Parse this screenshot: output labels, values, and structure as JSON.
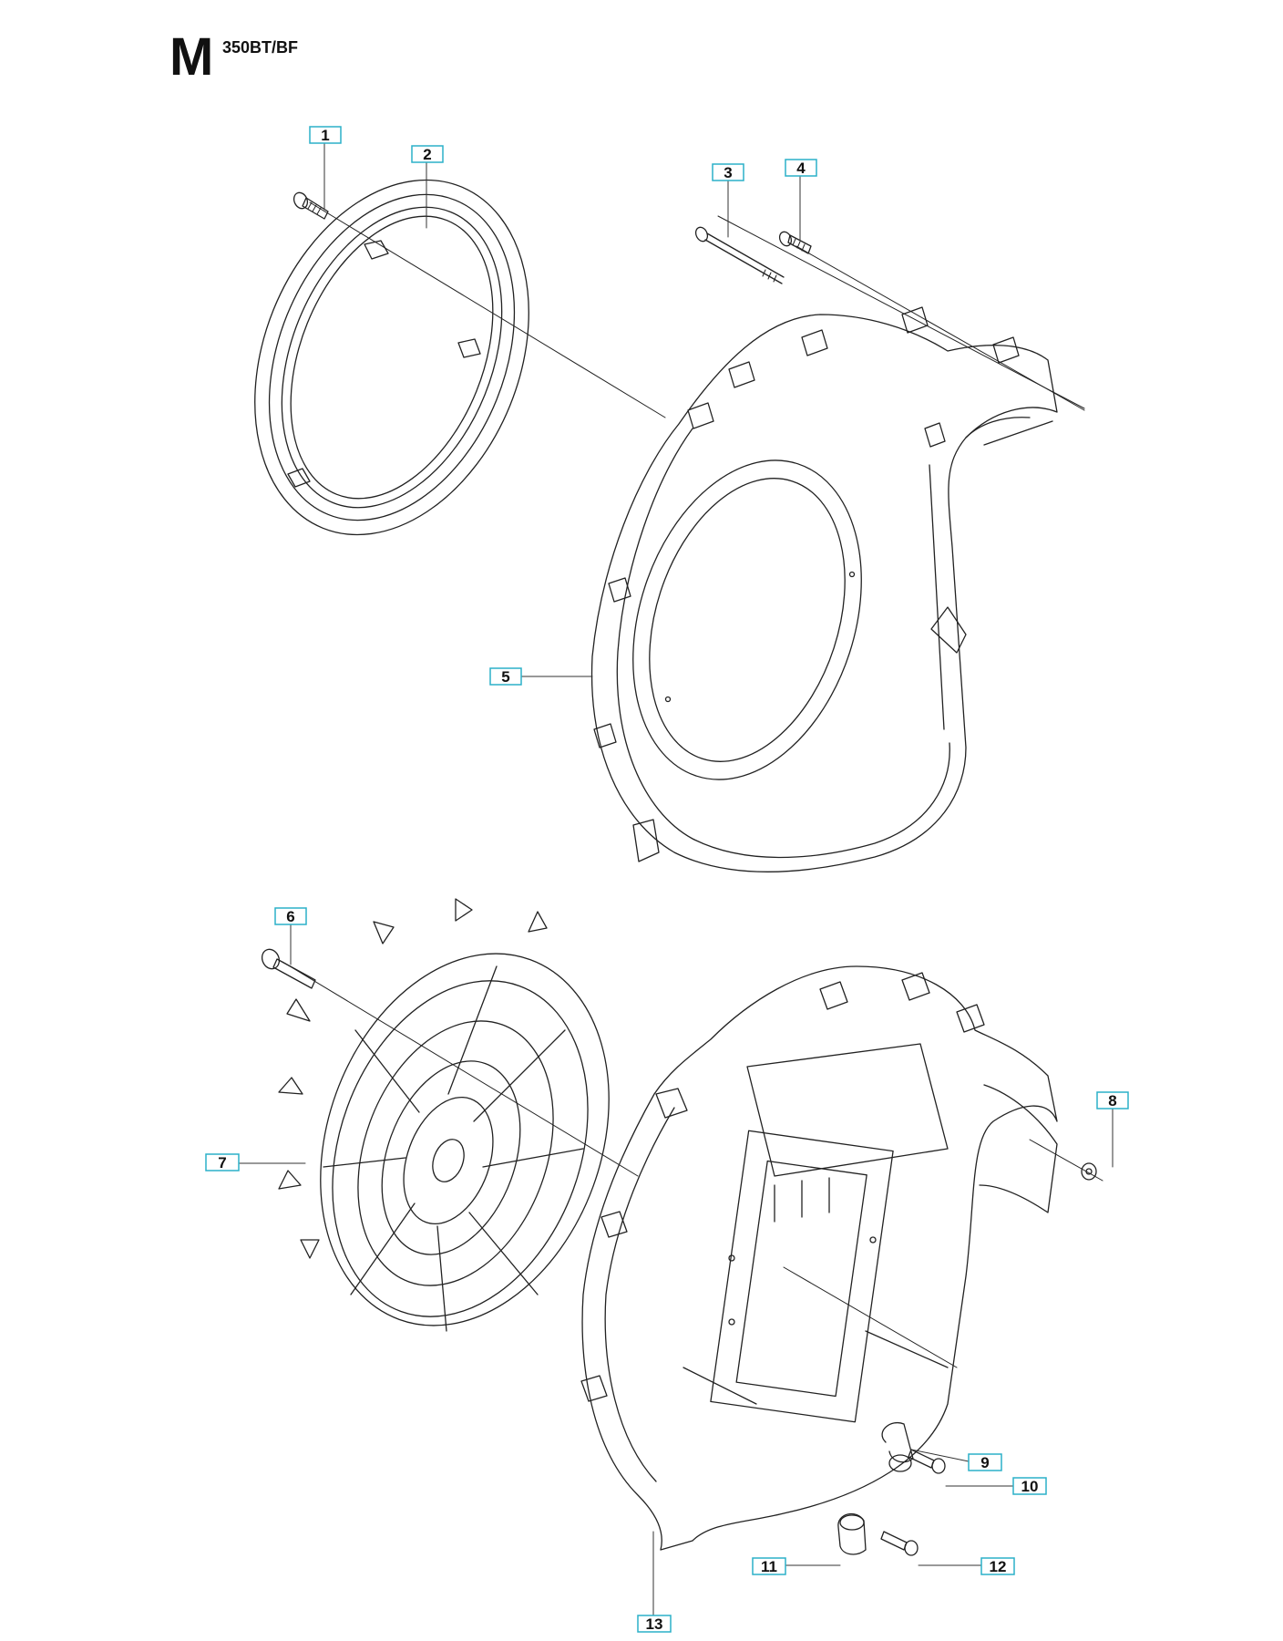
{
  "header": {
    "section_letter": "M",
    "model": "350BT/BF"
  },
  "callout_color": "#2bb1c9",
  "callouts": [
    {
      "id": "c1",
      "label": "1"
    },
    {
      "id": "c2",
      "label": "2"
    },
    {
      "id": "c3",
      "label": "3"
    },
    {
      "id": "c4",
      "label": "4"
    },
    {
      "id": "c5",
      "label": "5"
    },
    {
      "id": "c6",
      "label": "6"
    },
    {
      "id": "c7",
      "label": "7"
    },
    {
      "id": "c8",
      "label": "8"
    },
    {
      "id": "c9",
      "label": "9"
    },
    {
      "id": "c10",
      "label": "10"
    },
    {
      "id": "c11",
      "label": "11"
    },
    {
      "id": "c12",
      "label": "12"
    },
    {
      "id": "c13",
      "label": "13"
    }
  ]
}
